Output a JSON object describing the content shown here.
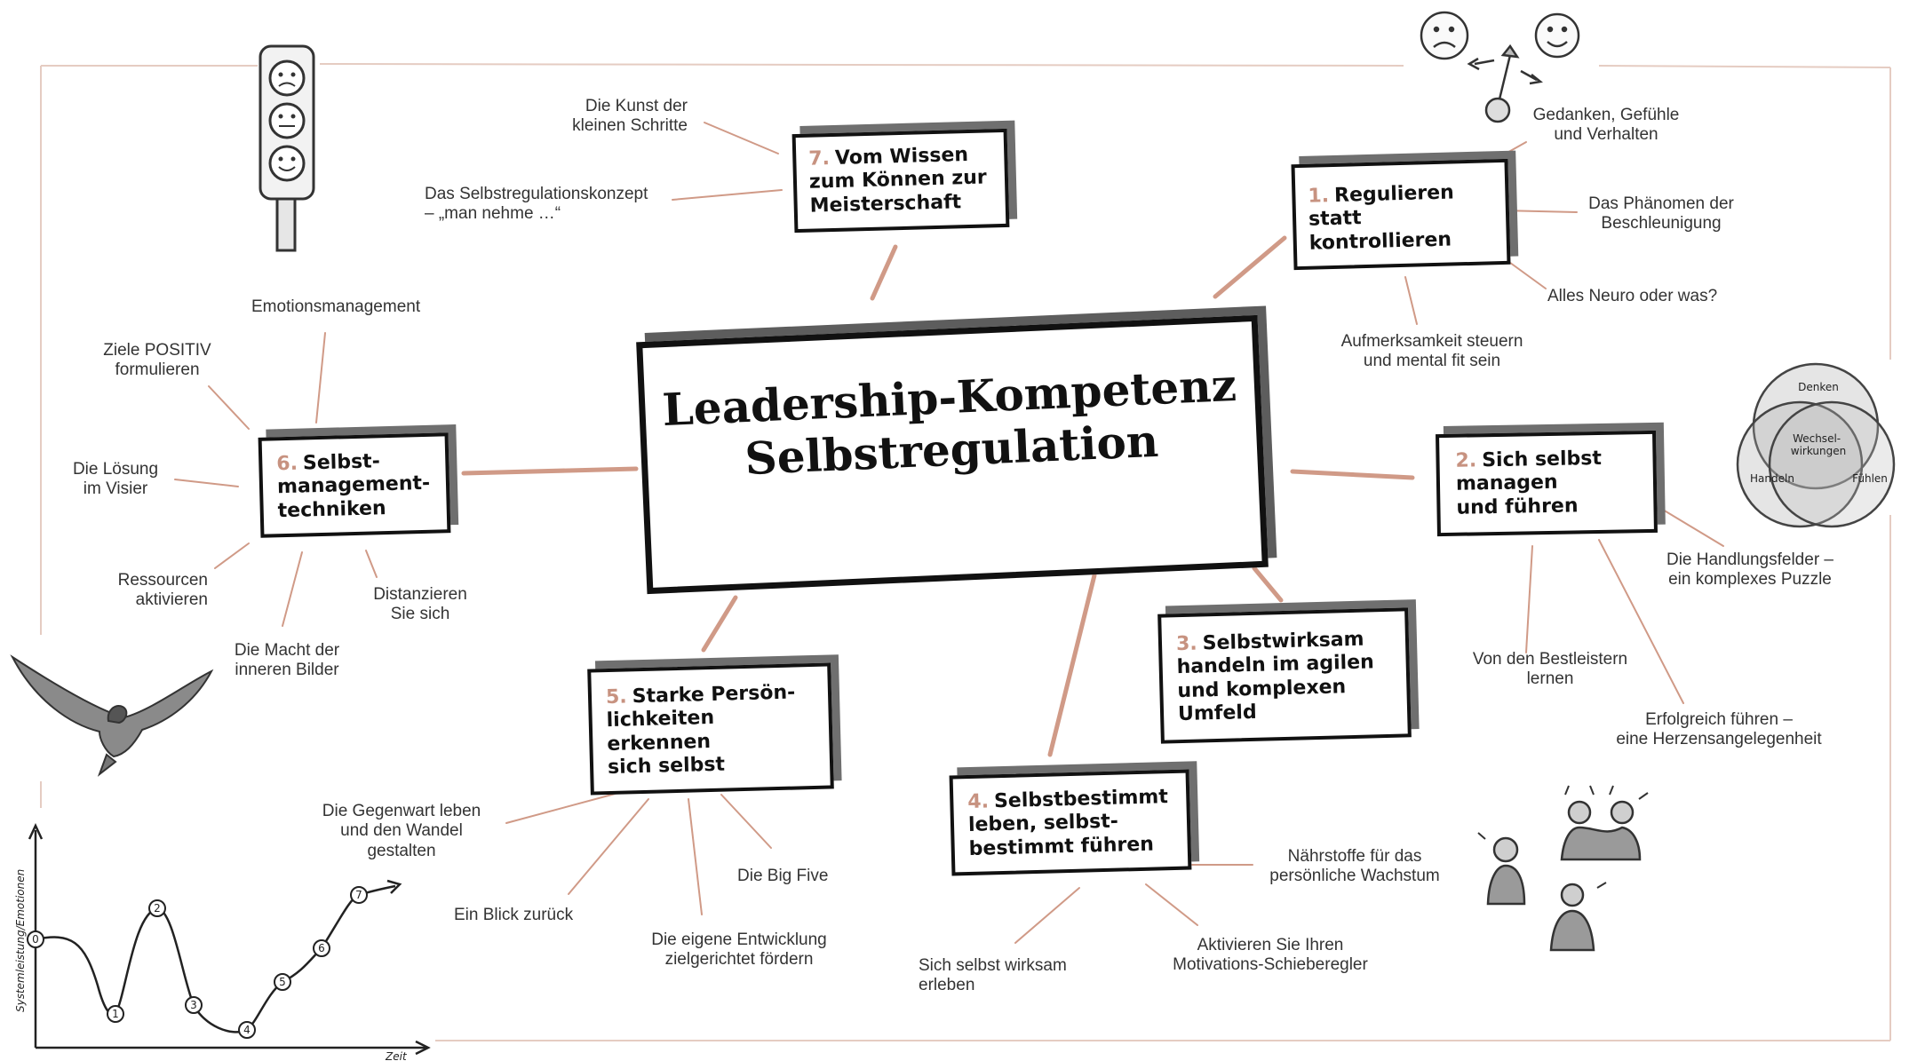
{
  "center": {
    "line1": "Leadership-Kompetenz",
    "line2": "Selbstregulation"
  },
  "colors": {
    "accent": "#c79280",
    "connector": "#d09a87",
    "frame": "#e5ccc2",
    "ink": "#111111"
  },
  "topics": [
    {
      "num": "1.",
      "title": "Regulieren\nstatt\nkontrollieren"
    },
    {
      "num": "2.",
      "title": "Sich selbst\nmanagen\nund führen"
    },
    {
      "num": "3.",
      "title": "Selbstwirksam\nhandeln im agilen\nund komplexen\nUmfeld"
    },
    {
      "num": "4.",
      "title": "Selbstbestimmt\nleben, selbst-\nbestimmt führen"
    },
    {
      "num": "5.",
      "title": "Starke Persön-\nlichkeiten erkennen\nsich selbst"
    },
    {
      "num": "6.",
      "title": "Selbst-\nmanagement-\ntechniken"
    },
    {
      "num": "7.",
      "title": "Vom Wissen\nzum Können zur\nMeisterschaft"
    }
  ],
  "labels": {
    "kunst": "Die Kunst der\nkleinen Schritte",
    "konzept": "Das Selbstregulationskonzept\n– „man nehme …“",
    "gedanken": "Gedanken, Gefühle\nund Verhalten",
    "phaenomen": "Das Phänomen der\nBeschleunigung",
    "neuro": "Alles Neuro oder was?",
    "aufmerksamkeit": "Aufmerksamkeit steuern\nund mental fit sein",
    "handlungsfelder": "Die Handlungsfelder –\nein komplexes Puzzle",
    "bestleister": "Von den Bestleistern\nlernen",
    "erfolgreich": "Erfolgreich führen –\neine Herzensangelegenheit",
    "naehrstoffe": "Nährstoffe für das\npersönliche Wachstum",
    "aktivieren": "Aktivieren Sie Ihren\nMotivations-Schieberegler",
    "wirksam": "Sich selbst wirksam\nerleben",
    "gegenwart": "Die Gegenwart leben\nund den Wandel\ngestalten",
    "blick": "Ein Blick zurück",
    "entwicklung": "Die eigene Entwicklung\nzielgerichtet fördern",
    "bigfive": "Die Big Five",
    "emotion": "Emotionsmanagement",
    "ziele": "Ziele POSITIV\nformulieren",
    "loesung": "Die Lösung\nim Visier",
    "ressourcen": "Ressourcen\naktivieren",
    "macht": "Die Macht der\ninneren Bilder",
    "distanzieren": "Distanzieren\nSie sich"
  },
  "venn": {
    "top": "Denken",
    "left": "Handeln",
    "right": "Fühlen",
    "center": "Wechsel-\nwirkungen"
  },
  "graph": {
    "ylabel": "Systemleistung/Emotionen",
    "xlabel": "Zeit",
    "points": [
      "0",
      "1",
      "2",
      "3",
      "4",
      "5",
      "6",
      "7"
    ]
  }
}
